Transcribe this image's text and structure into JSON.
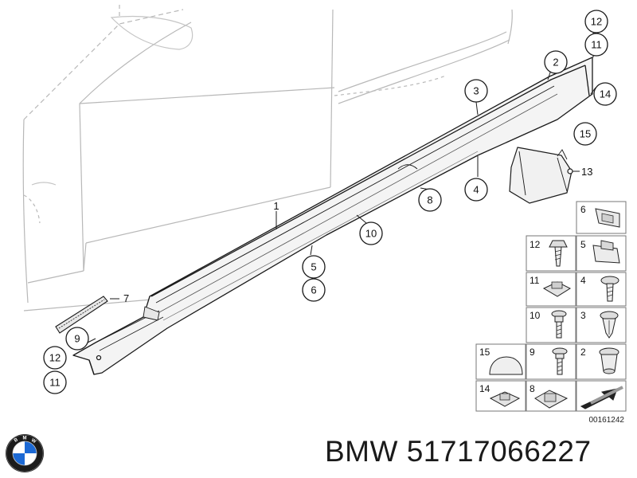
{
  "diagram": {
    "callouts_circled": [
      {
        "id": "c12-top",
        "label": "12"
      },
      {
        "id": "c11-top",
        "label": "11"
      },
      {
        "id": "c2",
        "label": "2"
      },
      {
        "id": "c3",
        "label": "3"
      },
      {
        "id": "c14",
        "label": "14"
      },
      {
        "id": "c15",
        "label": "15"
      },
      {
        "id": "c4",
        "label": "4"
      },
      {
        "id": "c8",
        "label": "8"
      },
      {
        "id": "c10",
        "label": "10"
      },
      {
        "id": "c5",
        "label": "5"
      },
      {
        "id": "c6",
        "label": "6"
      },
      {
        "id": "c9",
        "label": "9"
      },
      {
        "id": "c12-bottom",
        "label": "12"
      },
      {
        "id": "c11-bottom",
        "label": "11"
      }
    ],
    "callouts_plain": [
      {
        "id": "p1",
        "label": "1"
      },
      {
        "id": "p7",
        "label": "7"
      },
      {
        "id": "p13",
        "label": "13"
      }
    ],
    "parts_grid": [
      {
        "id": "g6",
        "label": "6"
      },
      {
        "id": "g12",
        "label": "12"
      },
      {
        "id": "g5",
        "label": "5"
      },
      {
        "id": "g11",
        "label": "11"
      },
      {
        "id": "g4",
        "label": "4"
      },
      {
        "id": "g10",
        "label": "10"
      },
      {
        "id": "g3",
        "label": "3"
      },
      {
        "id": "g15",
        "label": "15"
      },
      {
        "id": "g9",
        "label": "9"
      },
      {
        "id": "g2",
        "label": "2"
      },
      {
        "id": "g14",
        "label": "14"
      },
      {
        "id": "g8",
        "label": "8"
      }
    ],
    "diagram_code": "00161242"
  },
  "caption": {
    "brand": "BMW",
    "part_number": "51717066227"
  },
  "logo": {
    "text": "BMW",
    "colors": {
      "ring": "#1b1b1b",
      "blue": "#1c69d4",
      "white": "#ffffff"
    }
  }
}
